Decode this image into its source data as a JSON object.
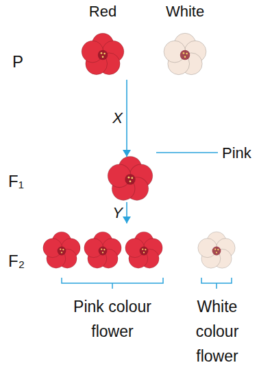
{
  "diagram": {
    "nodes": [
      {
        "text": [
          "Red"
        ]
      },
      {
        "text": [
          "White"
        ]
      },
      {
        "text": [
          "Pink"
        ]
      },
      {
        "text": [
          "Pink colour flower"
        ]
      },
      {
        "text": [
          "White colour flower"
        ]
      }
    ],
    "edges": [
      {
        "from": 0,
        "to": 2,
        "arrow": "to",
        "label": "X"
      },
      {
        "from": 2,
        "to": 3,
        "arrow": "to",
        "label": "Y"
      }
    ],
    "labels": [
      "P",
      "F₁",
      "F₂"
    ]
  }
}
